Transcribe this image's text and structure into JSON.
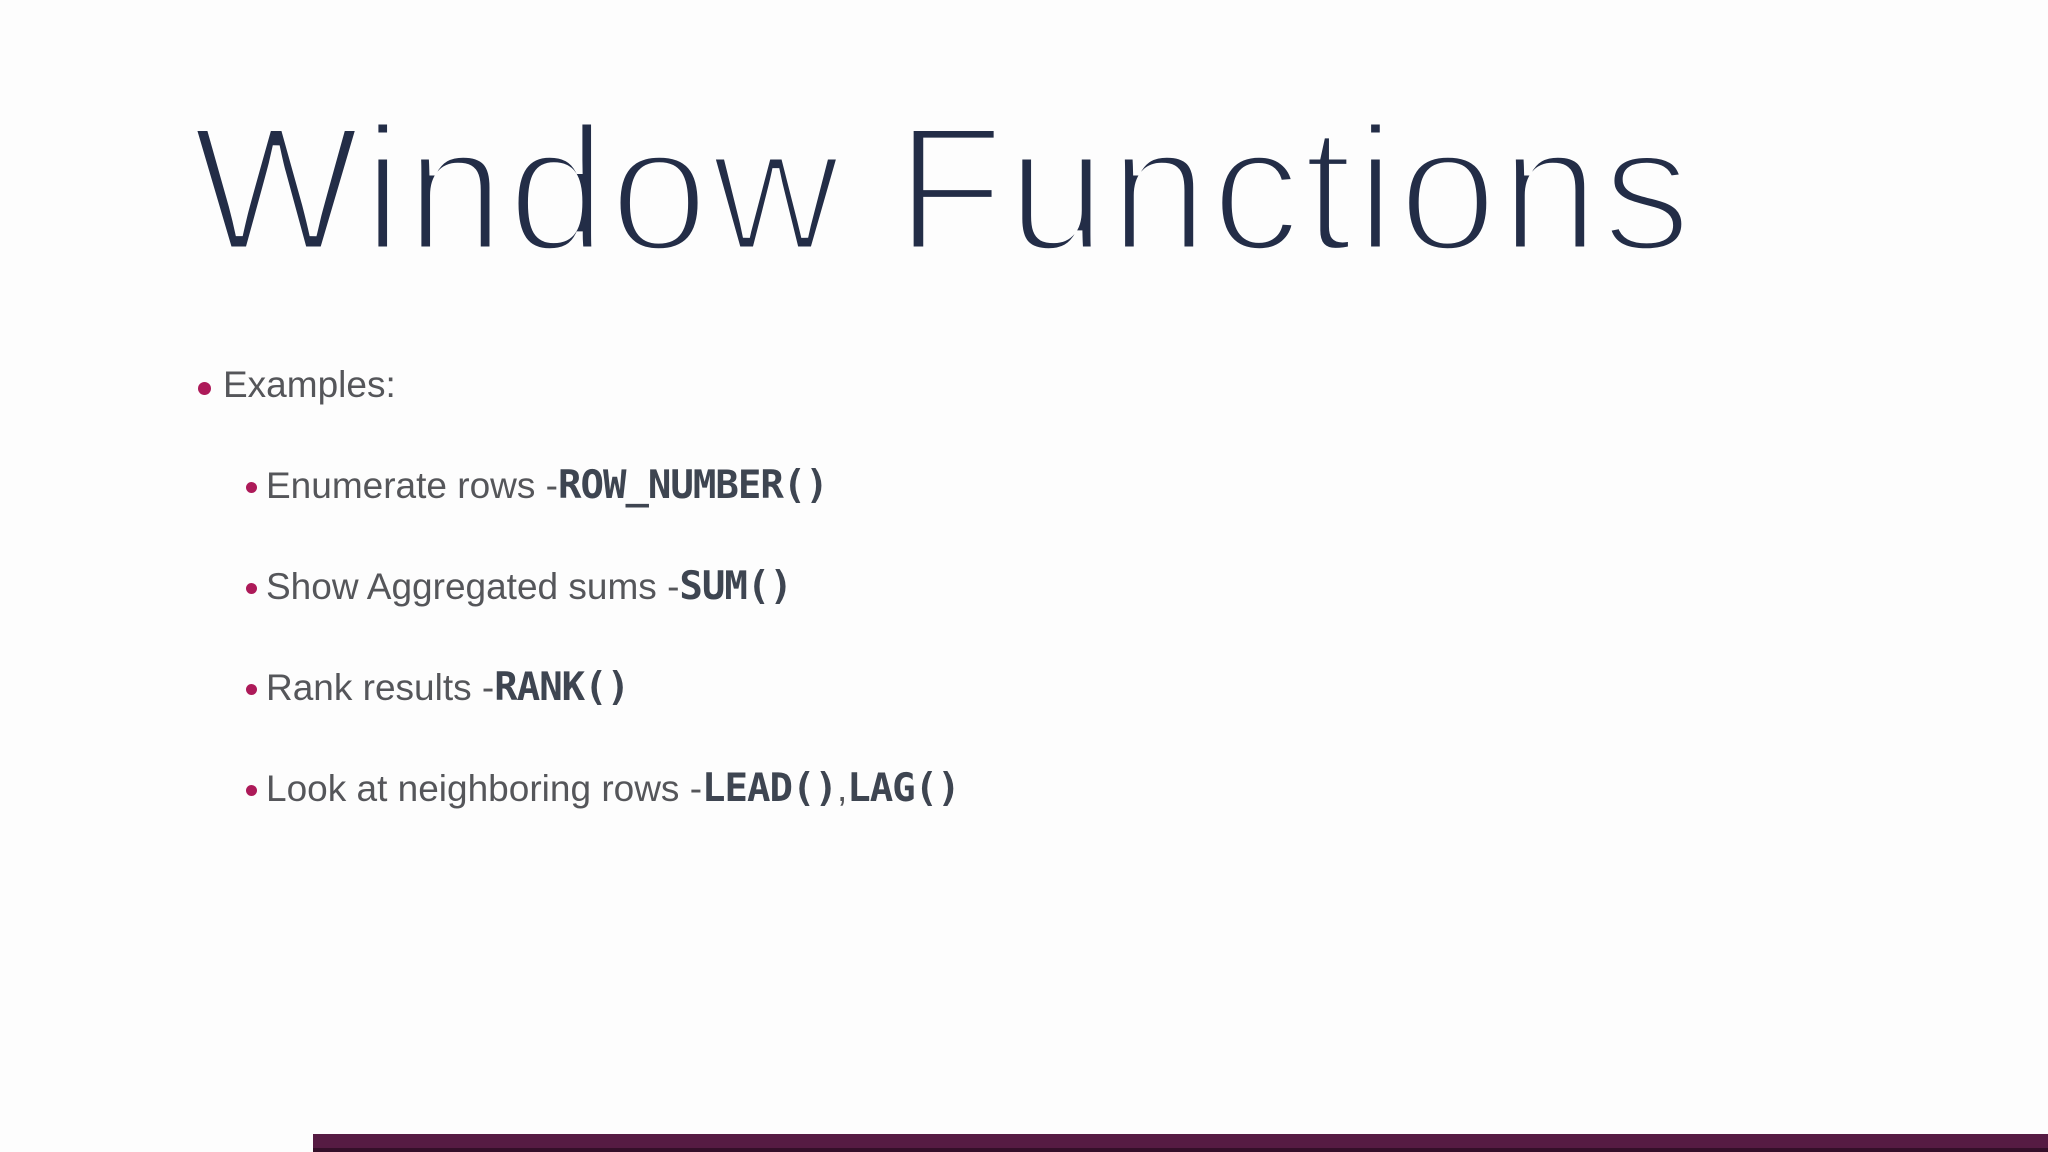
{
  "slide": {
    "title": "Window Functions",
    "intro": {
      "label": "Examples:"
    },
    "items": [
      {
        "segments": [
          {
            "kind": "text",
            "value": "Enumerate rows - "
          },
          {
            "kind": "code",
            "value": "ROW_NUMBER()"
          }
        ]
      },
      {
        "segments": [
          {
            "kind": "text",
            "value": "Show Aggregated sums - "
          },
          {
            "kind": "code",
            "value": "SUM()"
          }
        ]
      },
      {
        "segments": [
          {
            "kind": "text",
            "value": "Rank results - "
          },
          {
            "kind": "code",
            "value": "RANK()"
          }
        ]
      },
      {
        "segments": [
          {
            "kind": "text",
            "value": "Look at neighboring rows - "
          },
          {
            "kind": "code",
            "value": "LEAD()"
          },
          {
            "kind": "text",
            "value": ", "
          },
          {
            "kind": "code",
            "value": "LAG()"
          }
        ]
      }
    ],
    "colors": {
      "background": "#fdfdfd",
      "title_text": "#232d47",
      "body_text": "#55565a",
      "code_text": "#3e4551",
      "bullet": "#ad1a59",
      "accent_bar": "#561b43",
      "accent_bar_edge": "#340f29"
    }
  }
}
